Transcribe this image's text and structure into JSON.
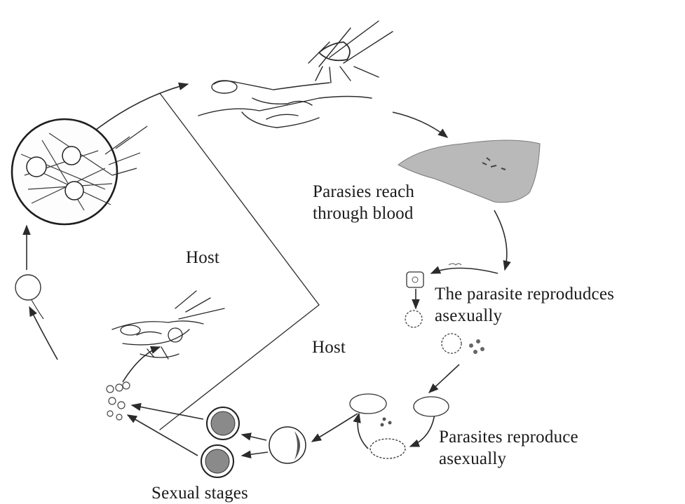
{
  "labels": {
    "host_upper": "Host",
    "host_lower": "Host",
    "blood_line1": "Parasies reach",
    "blood_line2": "through blood",
    "reproduce1_line1": "The parasite reprodudces",
    "reproduce1_line2": "asexually",
    "reproduce2_line1": "Parasites reproduce",
    "reproduce2_line2": "asexually",
    "sexual": "Sexual stages"
  },
  "icons": [
    "mosquito-on-hand-icon",
    "liver-icon",
    "liver-cell-icon",
    "red-blood-cell-icon",
    "gametocyte-icon",
    "oocyst-icon",
    "mosquito-gut-icon",
    "zygote-icon"
  ]
}
